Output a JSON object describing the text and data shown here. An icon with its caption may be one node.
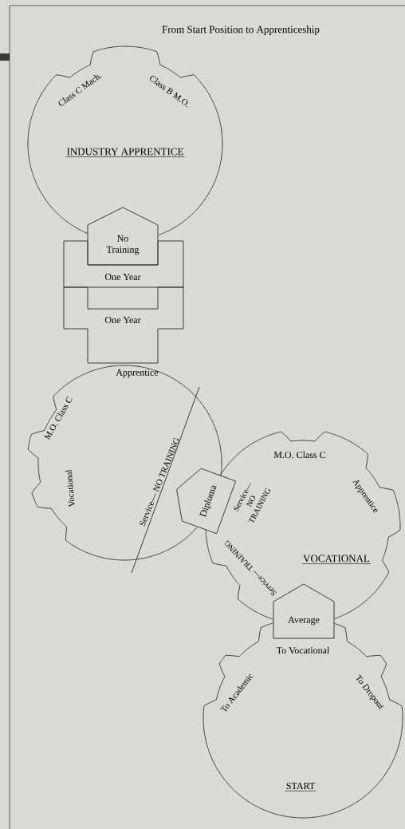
{
  "diagram": {
    "title": "From Start Position to Apprenticeship",
    "nodes": [
      {
        "text": [
          "Class C Mach.",
          "Class B M.O.",
          "INDUSTRY APPRENTICE"
        ]
      },
      {
        "text": [
          "No Training"
        ]
      },
      {
        "text": [
          "One Year"
        ]
      },
      {
        "text": [
          "One Year"
        ]
      },
      {
        "text": [
          "M.O. Class C",
          "Apprentice",
          "Vocational",
          "Service— NO TRAINING"
        ]
      },
      {
        "text": [
          "Diploma"
        ]
      },
      {
        "text": [
          "M.O. Class C",
          "Apprentice",
          "Service— NO TRAINING",
          "Service— TRAINING",
          "VOCATIONAL"
        ]
      },
      {
        "text": [
          "Average"
        ]
      },
      {
        "text": [
          "To Vocational",
          "To Academic",
          "To Dropout",
          "START"
        ]
      }
    ]
  }
}
